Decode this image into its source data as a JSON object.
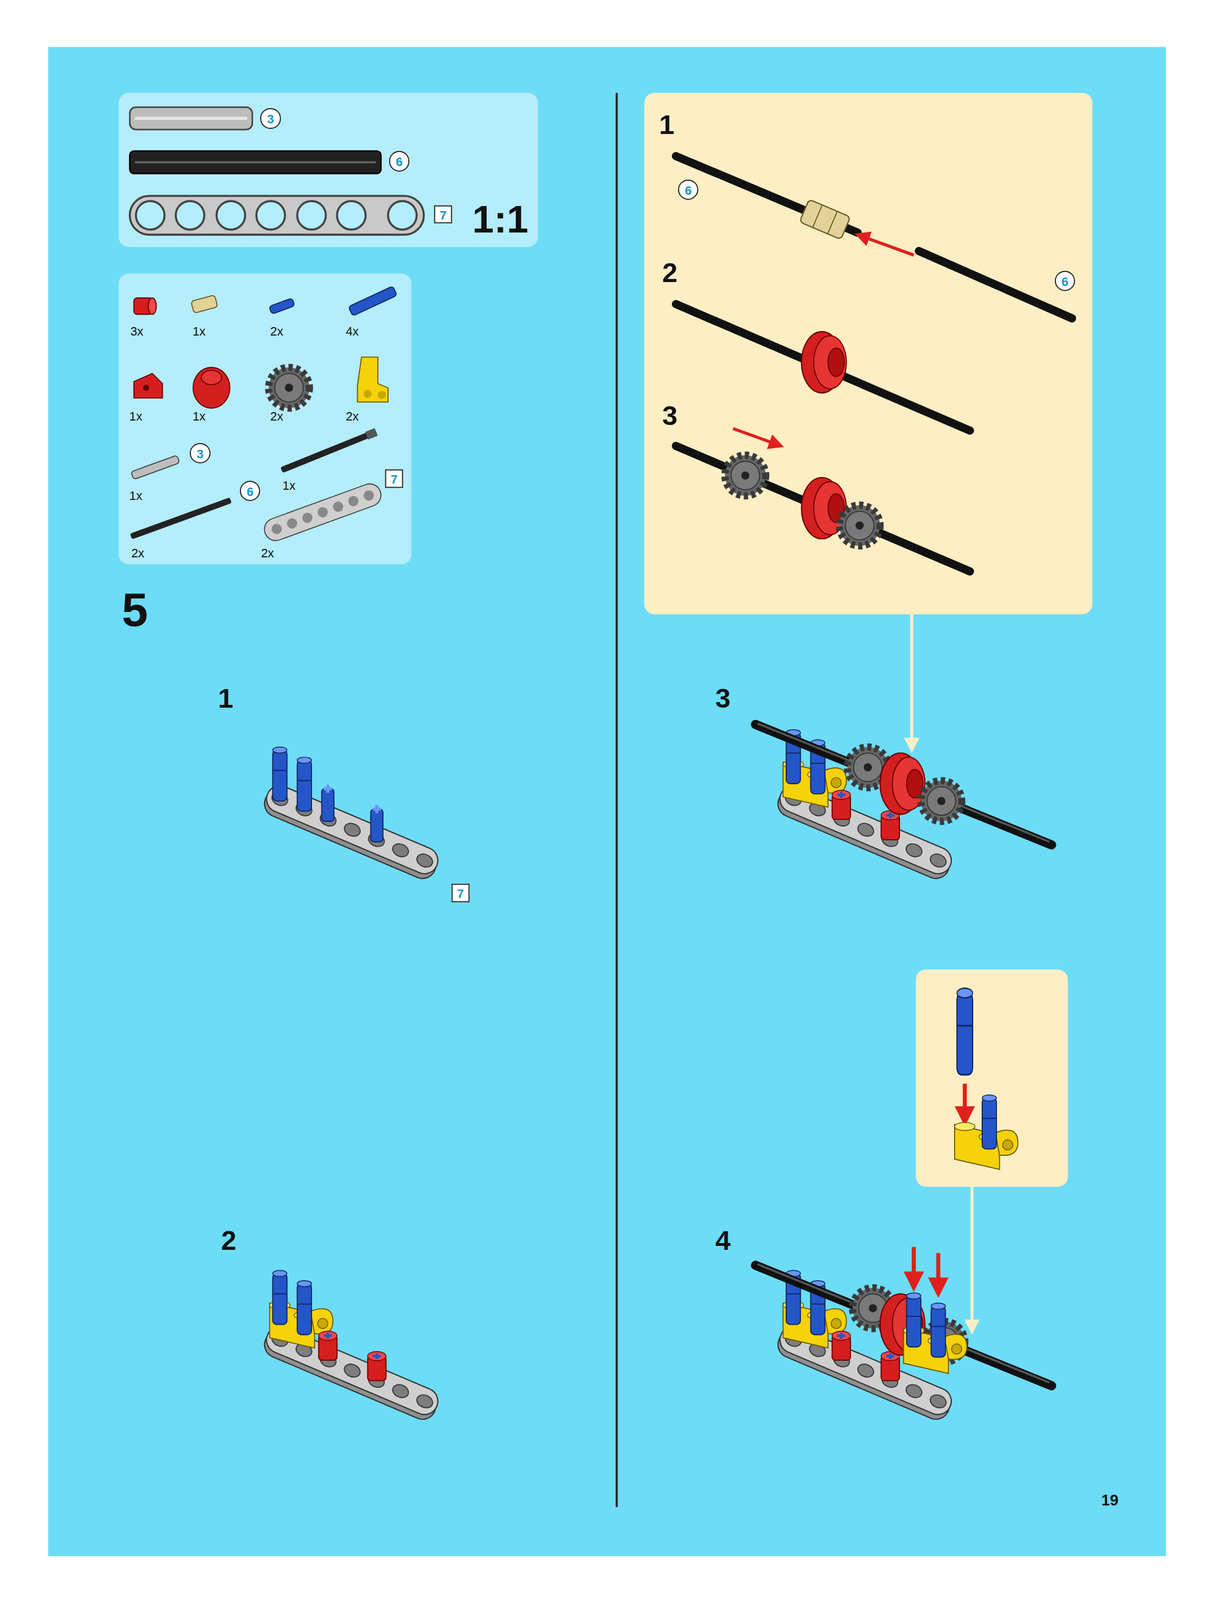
{
  "diagram": {
    "nodes": [
      {
        "text": [
          "3",
          "6",
          "7",
          "1:1"
        ]
      },
      {
        "text": [
          "3x",
          "1x",
          "2x",
          "4x",
          "1x",
          "1x",
          "2x",
          "2x",
          "3",
          "1x",
          "1x",
          "7",
          "6",
          "2x",
          "2x"
        ]
      },
      {
        "text": [
          "1",
          "6",
          "6",
          "2",
          "3"
        ]
      }
    ],
    "edges": [],
    "labels": [
      "5",
      "1",
      "7",
      "2",
      "3",
      "4",
      "19"
    ]
  }
}
